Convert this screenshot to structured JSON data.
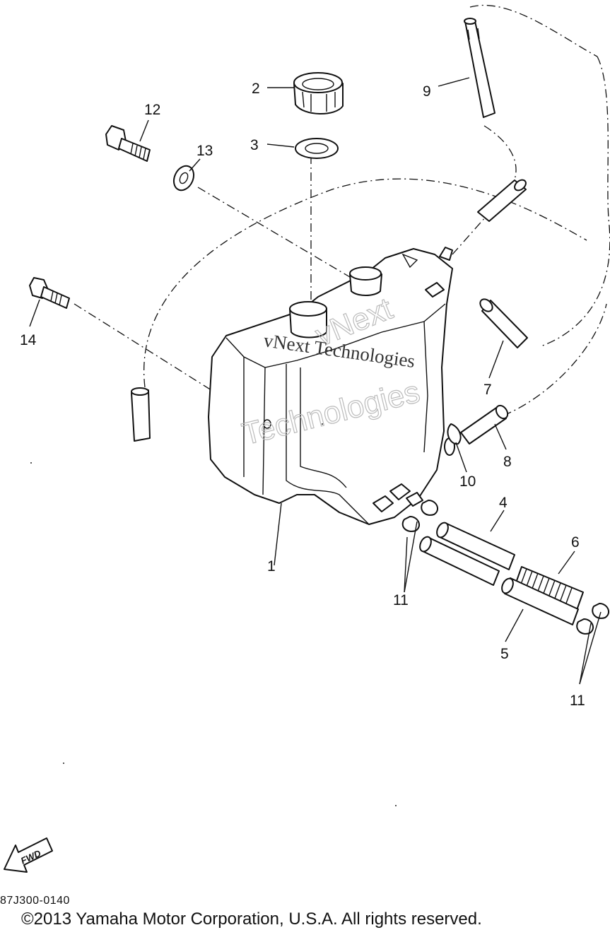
{
  "callouts": {
    "c1": "1",
    "c2": "2",
    "c3": "3",
    "c4": "4",
    "c5": "5",
    "c6": "6",
    "c7": "7",
    "c8": "8",
    "c9": "9",
    "c10": "10",
    "c11a": "11",
    "c11b": "11",
    "c12": "12",
    "c13": "13",
    "c14": "14"
  },
  "watermark": {
    "line1": "vNext Technologies",
    "line2a": "vNext",
    "line2b": "Technologies"
  },
  "fwd_label": "FWD",
  "ref_code": "87J300-0140",
  "copyright": "©2013 Yamaha Motor Corporation, U.S.A. All rights reserved."
}
